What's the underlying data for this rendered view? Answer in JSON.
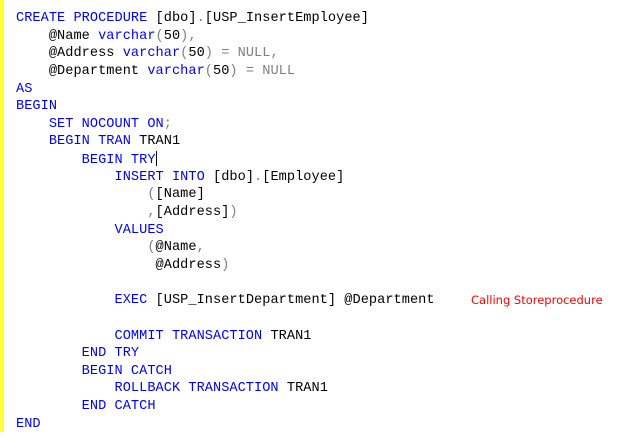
{
  "editor": {
    "gutter_color": "#ffff33",
    "keyword_color": "#0000ff",
    "operator_color": "#808080",
    "text_color": "#000000",
    "lines": [
      [
        {
          "t": "CREATE PROCEDURE",
          "c": "kw"
        },
        {
          "t": " [dbo]",
          "c": "tx"
        },
        {
          "t": ".",
          "c": "gr"
        },
        {
          "t": "[USP_InsertEmployee]",
          "c": "tx"
        }
      ],
      [
        {
          "t": "    @Name ",
          "c": "tx"
        },
        {
          "t": "varchar",
          "c": "kw"
        },
        {
          "t": "(",
          "c": "gr"
        },
        {
          "t": "50",
          "c": "tx"
        },
        {
          "t": "),",
          "c": "gr"
        }
      ],
      [
        {
          "t": "    @Address ",
          "c": "tx"
        },
        {
          "t": "varchar",
          "c": "kw"
        },
        {
          "t": "(",
          "c": "gr"
        },
        {
          "t": "50",
          "c": "tx"
        },
        {
          "t": ") = NULL,",
          "c": "gr"
        }
      ],
      [
        {
          "t": "    @Department ",
          "c": "tx"
        },
        {
          "t": "varchar",
          "c": "kw"
        },
        {
          "t": "(",
          "c": "gr"
        },
        {
          "t": "50",
          "c": "tx"
        },
        {
          "t": ") = NULL",
          "c": "gr"
        }
      ],
      [
        {
          "t": "AS",
          "c": "kw"
        }
      ],
      [
        {
          "t": "BEGIN",
          "c": "kw"
        }
      ],
      [
        {
          "t": "    SET NOCOUNT ON",
          "c": "kw"
        },
        {
          "t": ";",
          "c": "gr"
        }
      ],
      [
        {
          "t": "    BEGIN TRAN",
          "c": "kw"
        },
        {
          "t": " TRAN1",
          "c": "tx"
        }
      ],
      [
        {
          "t": "        BEGIN TRY",
          "c": "kw"
        },
        {
          "t": "",
          "c": "cursor"
        }
      ],
      [
        {
          "t": "            INSERT INTO",
          "c": "kw"
        },
        {
          "t": " [dbo]",
          "c": "tx"
        },
        {
          "t": ".",
          "c": "gr"
        },
        {
          "t": "[Employee]",
          "c": "tx"
        }
      ],
      [
        {
          "t": "                (",
          "c": "gr"
        },
        {
          "t": "[Name]",
          "c": "tx"
        }
      ],
      [
        {
          "t": "                ,",
          "c": "gr"
        },
        {
          "t": "[Address]",
          "c": "tx"
        },
        {
          "t": ")",
          "c": "gr"
        }
      ],
      [
        {
          "t": "            VALUES",
          "c": "kw"
        }
      ],
      [
        {
          "t": "                (",
          "c": "gr"
        },
        {
          "t": "@Name",
          "c": "tx"
        },
        {
          "t": ",",
          "c": "gr"
        }
      ],
      [
        {
          "t": "                 @Address",
          "c": "tx"
        },
        {
          "t": ")",
          "c": "gr"
        }
      ],
      [],
      [
        {
          "t": "            EXEC",
          "c": "kw"
        },
        {
          "t": " [USP_InsertDepartment] @Department",
          "c": "tx"
        }
      ],
      [],
      [
        {
          "t": "            COMMIT TRANSACTION",
          "c": "kw"
        },
        {
          "t": " TRAN1",
          "c": "tx"
        }
      ],
      [
        {
          "t": "        END TRY",
          "c": "kw"
        }
      ],
      [
        {
          "t": "        BEGIN CATCH",
          "c": "kw"
        }
      ],
      [
        {
          "t": "            ROLLBACK TRANSACTION",
          "c": "kw"
        },
        {
          "t": " TRAN1",
          "c": "tx"
        }
      ],
      [
        {
          "t": "        END CATCH",
          "c": "kw"
        }
      ],
      [
        {
          "t": "END",
          "c": "kw"
        }
      ]
    ]
  },
  "annotation": {
    "text": "Calling Storeprocedure",
    "color": "#ff0000"
  }
}
